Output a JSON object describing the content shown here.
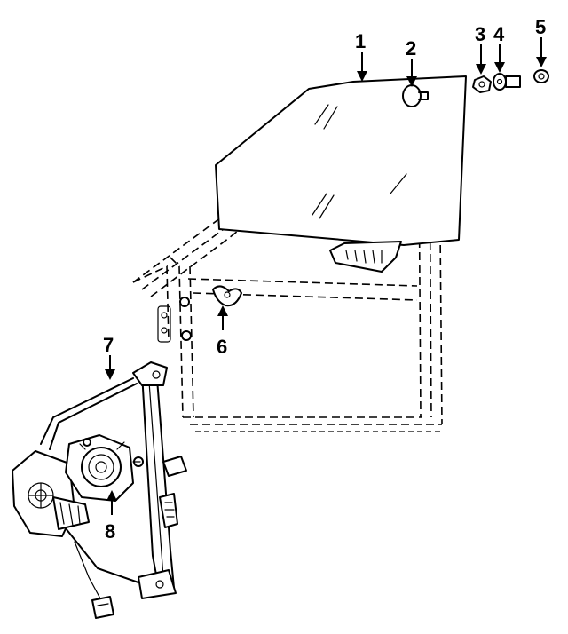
{
  "diagram": {
    "callouts": [
      {
        "id": "1",
        "label": "1"
      },
      {
        "id": "2",
        "label": "2"
      },
      {
        "id": "3",
        "label": "3"
      },
      {
        "id": "4",
        "label": "4"
      },
      {
        "id": "5",
        "label": "5"
      },
      {
        "id": "6",
        "label": "6"
      },
      {
        "id": "7",
        "label": "7"
      },
      {
        "id": "8",
        "label": "8"
      }
    ],
    "colors": {
      "ink": "#000000",
      "background": "#ffffff"
    }
  }
}
